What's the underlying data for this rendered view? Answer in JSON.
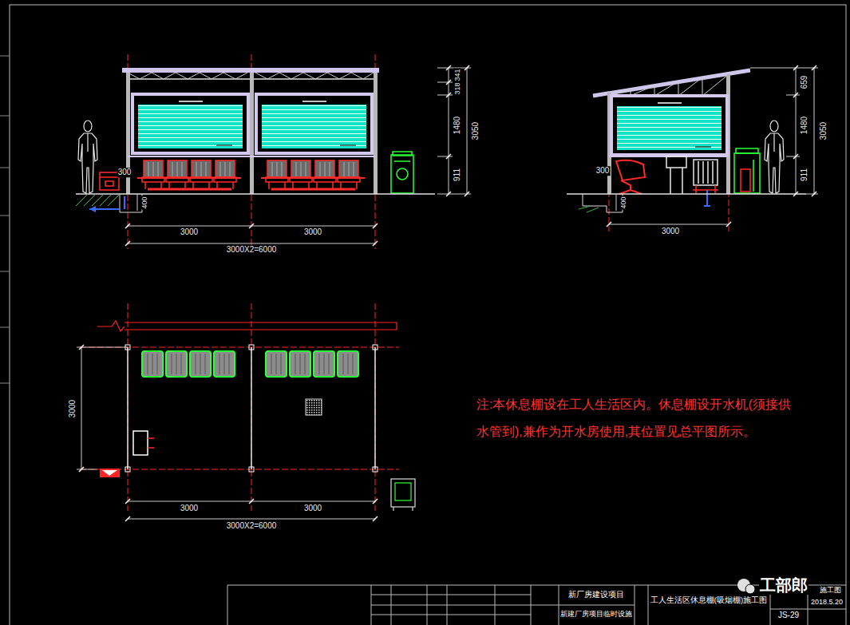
{
  "diagram": {
    "labels": [
      "341",
      "318",
      "1480",
      "911",
      "3050",
      "300",
      "400",
      "3000",
      "3000",
      "3000X2=6000",
      "659",
      "1480",
      "911",
      "3050",
      "300",
      "400",
      "3000",
      "3000",
      "3000",
      "3000",
      "3000X2=6000",
      "注:本休息棚设在工人生活区内。休息棚设开水机(须接供水管到),兼作为开水房使用,其位置见总平图所示。",
      "新厂房建设项目",
      "新建厂房项目临时设施",
      "工人生活区休息棚(吸烟棚)施工图",
      "施工图",
      "2018.5.20",
      "JS-29",
      "工部郎"
    ]
  }
}
